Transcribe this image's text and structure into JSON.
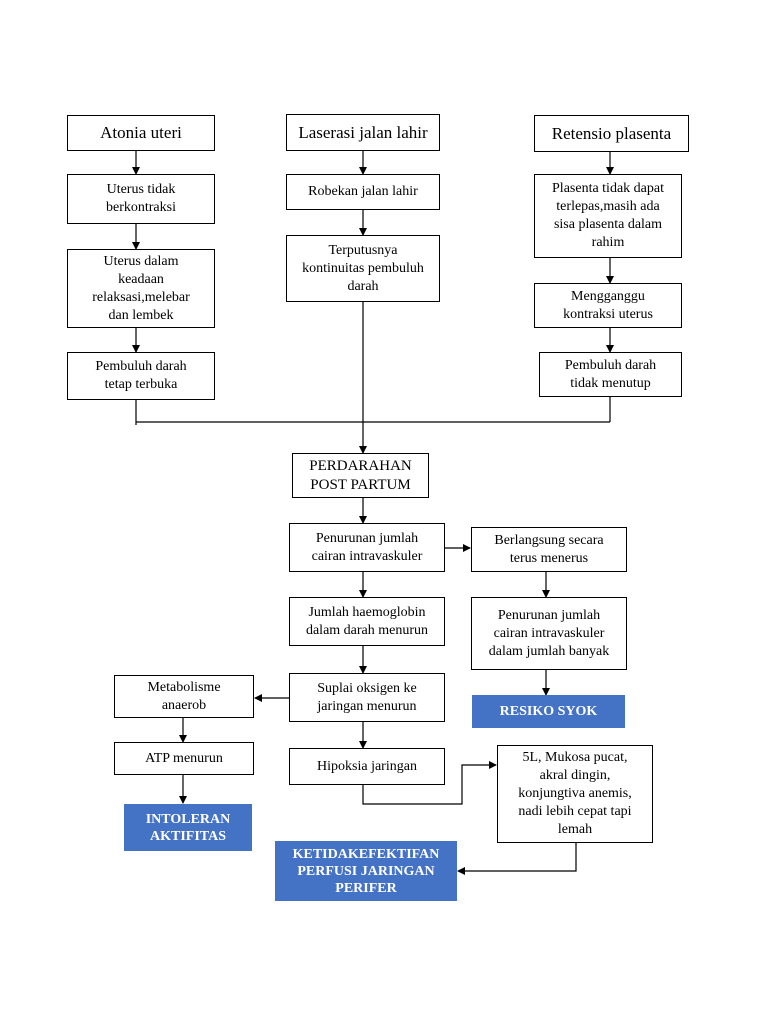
{
  "diagram": {
    "nodes": {
      "atonia": "Atonia uteri",
      "laserasi": "Laserasi jalan lahir",
      "retensio": "Retensio plasenta",
      "uterus_tidak": "Uterus tidak\nberkontraksi",
      "uterus_relaksasi": "Uterus dalam\nkeadaan\nrelaksasi,melebar\ndan lembek",
      "pembuluh_terbuka": "Pembuluh darah\ntetap terbuka",
      "robekan": "Robekan jalan lahir",
      "terputusnya": "Terputusnya\nkontinuitas pembuluh\ndarah",
      "plasenta_tidak": "Plasenta tidak dapat\nterlepas,masih ada\nsisa plasenta dalam\nrahim",
      "mengganggu": "Mengganggu\nkontraksi uterus",
      "pembuluh_tidak_menutup": "Pembuluh darah\ntidak menutup",
      "perdarahan": "PERDARAHAN\nPOST PARTUM",
      "penurunan1": "Penurunan jumlah\ncairan intravaskuler",
      "berlangsung": "Berlangsung secara\nterus menerus",
      "jumlah_hb": "Jumlah haemoglobin\ndalam darah menurun",
      "penurunan2": "Penurunan jumlah\ncairan intravaskuler\ndalam jumlah banyak",
      "resiko_syok": "RESIKO SYOK",
      "metabolisme": "Metabolisme\nanaerob",
      "suplai": "Suplai oksigen ke\njaringan menurun",
      "atp": "ATP menurun",
      "hipoksia": "Hipoksia jaringan",
      "intoleran": "INTOLERAN\nAKTIFITAS",
      "tanda": "5L, Mukosa pucat,\nakral dingin,\nkonjungtiva anemis,\nnadi lebih cepat tapi\nlemah",
      "ketidakefektifan": "KETIDAKEFEKTIFAN\nPERFUSI JARINGAN\nPERIFER"
    }
  },
  "colors": {
    "diagnosis_fill": "#4472c4",
    "diagnosis_text": "#ffffff",
    "line": "#000000"
  }
}
